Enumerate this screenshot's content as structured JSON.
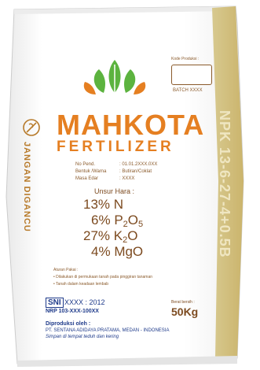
{
  "brand": {
    "name": "MAHKOTA",
    "subtitle": "FERTILIZER"
  },
  "side_left": {
    "text": "JANGAN DIGANCU"
  },
  "side_right": {
    "text": "NPK 13-6-27-4+0.5B"
  },
  "product_box": {
    "code_label": "Kode Produksi :",
    "batch_label": "BATCH XXXX"
  },
  "specs": [
    {
      "label": "No Pend.",
      "value": ": 01.01.2XXX.0XX"
    },
    {
      "label": "Bentuk /Warna",
      "value": ": Butiran/Coklat"
    },
    {
      "label": "Masa Edar",
      "value": ": XXXX"
    }
  ],
  "unsur": {
    "title": "Unsur Hara :",
    "items": [
      {
        "pct": "13%",
        "formula": "N",
        "sub": ""
      },
      {
        "pct": "6%",
        "formula": "P2O5",
        "sub": ""
      },
      {
        "pct": "27%",
        "formula": "K2O",
        "sub": ""
      },
      {
        "pct": "4%",
        "formula": "MgO",
        "sub": ""
      }
    ]
  },
  "notes": {
    "title": "Aturan Pakai :",
    "lines": [
      "• Dilakukan di permukaan tanah pada pinggiran tanaman",
      "• Tanah dalam keadaan lembab"
    ]
  },
  "sni": {
    "logo": "SNI",
    "number": "XXXX : 2012",
    "nrp": "NRP 103-XXX-100XX"
  },
  "weight": {
    "label": "Berat bersih :",
    "value": "50Kg"
  },
  "producer": {
    "label": "Diproduksi oleh :",
    "company": "PT. SENTANA ADIDAYA PRATAMA, MEDAN - INDONESIA",
    "storage": "Simpan di tempat teduh dan kering"
  },
  "colors": {
    "orange": "#e57f21",
    "green": "#5cb33f",
    "brown": "#8a5a2b",
    "gold": "#d6c486"
  }
}
